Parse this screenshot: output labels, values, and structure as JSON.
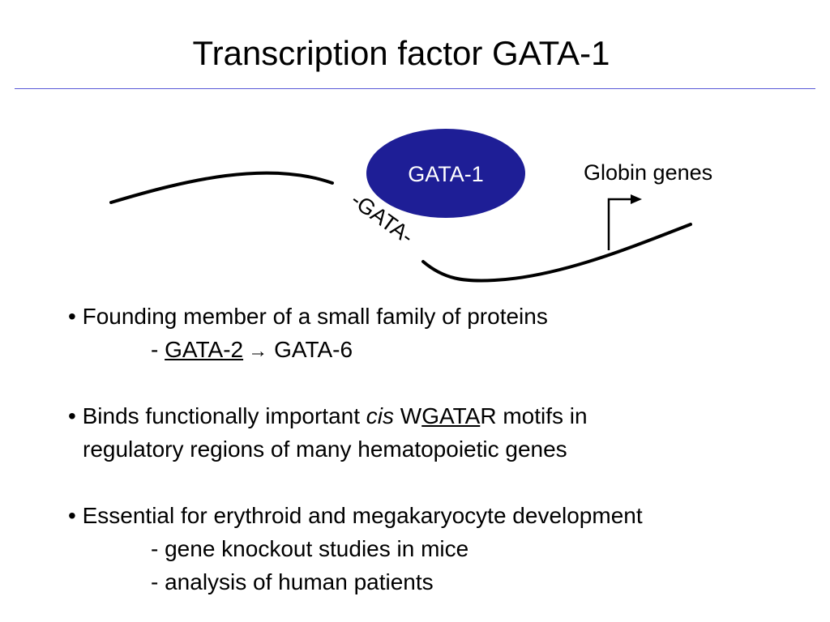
{
  "slide": {
    "title": "Transcription factor GATA-1",
    "diagram": {
      "protein_label": "GATA-1",
      "motif_label": "-GATA-",
      "gene_label": "Globin genes",
      "colors": {
        "protein_fill": "#1e1e96",
        "protein_text": "#ffffff",
        "dna": "#000000",
        "rule": "#5a5ad8"
      }
    },
    "bullets": {
      "b1_text": "Founding member of a small family of proteins",
      "b1_sub_prefix": "- ",
      "b1_sub_from": "GATA-2",
      "b1_sub_arrow": "→",
      "b1_sub_to": "GATA-6",
      "b2_before": "Binds functionally important ",
      "b2_italic": "cis",
      "b2_w": " W",
      "b2_motif_u": "GATA",
      "b2_after": "R motifs in",
      "b2_cont": "regulatory regions of many hematopoietic genes",
      "b3_text": "Essential for erythroid and megakaryocyte development",
      "b3_sub1": "- gene knockout studies in mice",
      "b3_sub2": "- analysis of human patients"
    }
  }
}
